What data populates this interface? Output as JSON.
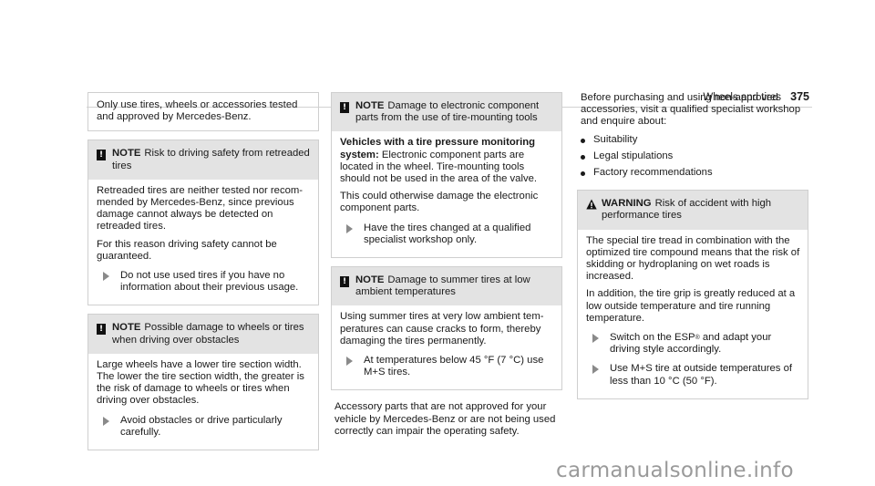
{
  "header": {
    "section": "Wheels and tires",
    "page_number": "375"
  },
  "col1": {
    "intro": "Only use tires, wheels or accessories tested and approved by Mercedes-Benz.",
    "note1": {
      "icon": "exclamation-icon",
      "label": "NOTE",
      "title": "Risk to driving safety from retreaded tires",
      "p1": "Retreaded tires are neither tested nor recom­mended by Mercedes-Benz, since previous damage cannot always be detected on retreaded tires.",
      "p2": "For this reason driving safety cannot be guaranteed.",
      "step": "Do not use used tires if you have no information about their previous usage."
    },
    "note2": {
      "icon": "exclamation-icon",
      "label": "NOTE",
      "title": "Possible damage to wheels or tires when driving over obstacles",
      "p1": "Large wheels have a lower tire section width. The lower the tire section width, the greater is the risk of damage to wheels or tires when driving over obstacles.",
      "step": "Avoid obstacles or drive particularly carefully."
    }
  },
  "col2": {
    "note1": {
      "icon": "exclamation-icon",
      "label": "NOTE",
      "title": "Damage to electronic component parts from the use of tire-mounting tools",
      "p1_bold": "Vehicles with a tire pressure monitoring system:",
      "p1_rest": " Electronic component parts are located in the wheel. Tire-mounting tools should not be used in the area of the valve.",
      "p2": "This could otherwise damage the electronic component parts.",
      "step": "Have the tires changed at a qualified specialist workshop only."
    },
    "note2": {
      "icon": "exclamation-icon",
      "label": "NOTE",
      "title": "Damage to summer tires at low ambient temperatures",
      "p1": "Using summer tires at very low ambient tem­peratures can cause cracks to form, thereby damaging the tires permanently.",
      "step": "At temperatures below 45 °F (7 °C) use M+S tires."
    },
    "footer": "Accessory parts that are not approved for your vehicle by Mercedes-Benz or are not being used correctly can impair the operating safety."
  },
  "col3": {
    "intro": "Before purchasing and using non-approved accessories, visit a qualified specialist workshop and enquire about:",
    "bullets": [
      "Suitability",
      "Legal stipulations",
      "Factory recommendations"
    ],
    "warning": {
      "icon": "warning-triangle-icon",
      "label": "WARNING",
      "title": "Risk of accident with high performance tires",
      "p1": "The special tire tread in combination with the optimized tire compound means that the risk of skidding or hydroplaning on wet roads is increased.",
      "p2": "In addition, the tire grip is greatly reduced at a low outside temperature and tire running temperature.",
      "step1_pre": "Switch on the ESP",
      "step1_sup": "®",
      "step1_post": " and adapt your driving style accordingly.",
      "step2": "Use M+S tire at outside temperatures of less than 10 °C (50 °F)."
    }
  },
  "watermark": "carmanualsonline.info"
}
